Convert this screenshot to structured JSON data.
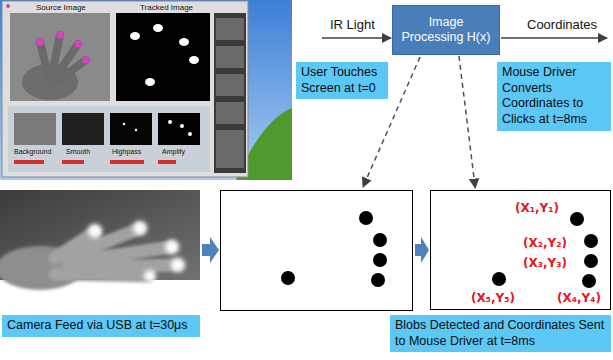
{
  "diagram": {
    "nodes": [
      {
        "text": [
          "Image Processing H(x)"
        ]
      },
      {
        "text": [
          "User Touches Screen at t=0"
        ]
      },
      {
        "text": [
          "Mouse Driver Converts Coordinates to Clicks at t=8ms"
        ]
      },
      {
        "text": [
          "(X₁,Y₁)",
          "(X₂,Y₂)",
          "(X₃,Y₃)",
          "(X₅,Y₅)",
          "(X₄,Y₄)"
        ]
      },
      {
        "text": [
          "Camera Feed via USB at t=30μs"
        ]
      },
      {
        "text": [
          "Blobs Detected and Coordinates Sent to Mouse Driver at t=8ms"
        ]
      }
    ],
    "edges": [
      {
        "from": 0,
        "to": 3,
        "arrow": "to"
      }
    ],
    "labels": [
      "IR Light",
      "Coordinates",
      "Source Image",
      "Tracked Image",
      "Background",
      "Smooth",
      "Highpass",
      "Amplify"
    ]
  }
}
